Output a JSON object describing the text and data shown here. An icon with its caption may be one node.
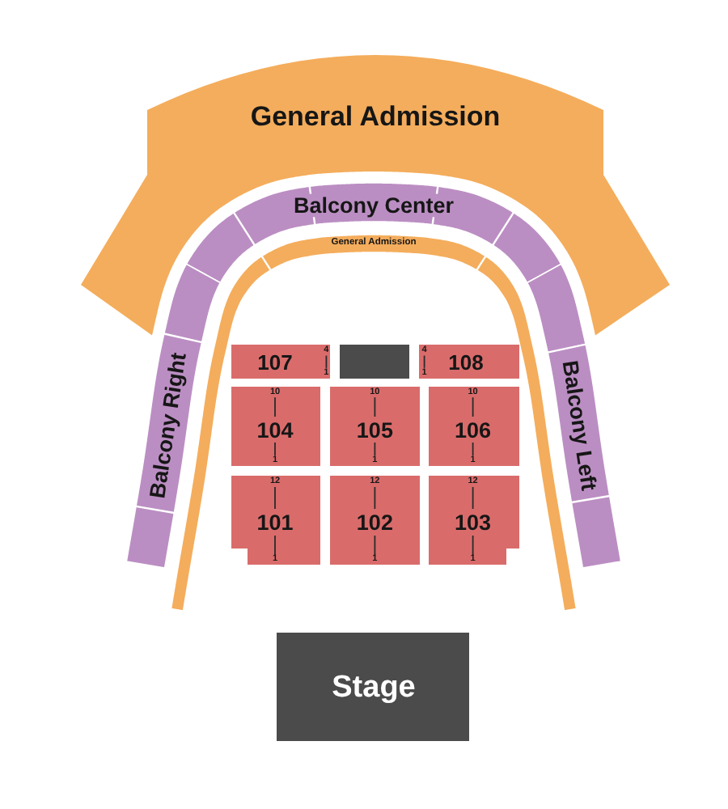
{
  "diagram": {
    "nodes": [
      {
        "text": [
          "General Admission"
        ]
      },
      {
        "text": [
          "Balcony Center"
        ]
      },
      {
        "text": [
          "General Admission"
        ]
      },
      {
        "text": [
          "Balcony Right"
        ]
      },
      {
        "text": [
          "Balcony Left"
        ]
      },
      {
        "text": [
          "107",
          "4",
          "1"
        ]
      },
      {
        "text": [],
        "shape": "box"
      },
      {
        "text": [
          "4",
          "1",
          "108"
        ]
      },
      {
        "text": [
          "10",
          "104",
          "1"
        ]
      },
      {
        "text": [
          "10",
          "105",
          "1"
        ]
      },
      {
        "text": [
          "10",
          "106",
          "1"
        ]
      },
      {
        "text": [
          "12",
          "101",
          "1"
        ]
      },
      {
        "text": [
          "12",
          "102",
          "1"
        ]
      },
      {
        "text": [
          "12",
          "103",
          "1"
        ]
      },
      {
        "text": [
          "Stage"
        ]
      }
    ]
  }
}
